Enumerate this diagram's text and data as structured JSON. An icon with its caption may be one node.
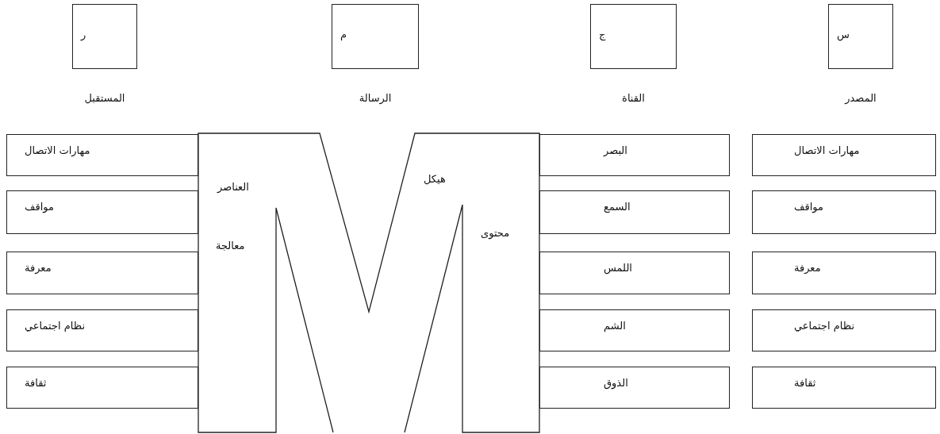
{
  "diagram": {
    "nodes": [
      {
        "text": [
          "س"
        ],
        "beside": [
          "المصدر"
        ]
      },
      {
        "text": [
          "ج"
        ],
        "beside": [
          "القناة"
        ]
      },
      {
        "text": [
          "م"
        ],
        "beside": [
          "الرسالة"
        ]
      },
      {
        "text": [
          "ر"
        ],
        "beside": [
          "المستقبل"
        ]
      },
      {
        "text": [
          "مهارات الاتصال"
        ]
      },
      {
        "text": [
          "مواقف"
        ]
      },
      {
        "text": [
          "معرفة"
        ]
      },
      {
        "text": [
          "نظام اجتماعي"
        ]
      },
      {
        "text": [
          "ثقافة"
        ]
      },
      {
        "text": [
          "البصر"
        ]
      },
      {
        "text": [
          "السمع"
        ]
      },
      {
        "text": [
          "اللمس"
        ]
      },
      {
        "text": [
          "الشم"
        ]
      },
      {
        "text": [
          "الذوق"
        ]
      },
      {
        "text": [
          "العناصر",
          "معالجة",
          "هيكل",
          "محتوى"
        ]
      },
      {
        "text": [
          "مهارات الاتصال"
        ]
      },
      {
        "text": [
          "مواقف"
        ]
      },
      {
        "text": [
          "معرفة"
        ]
      },
      {
        "text": [
          "نظام اجتماعي"
        ]
      },
      {
        "text": [
          "ثقافة"
        ]
      }
    ]
  }
}
